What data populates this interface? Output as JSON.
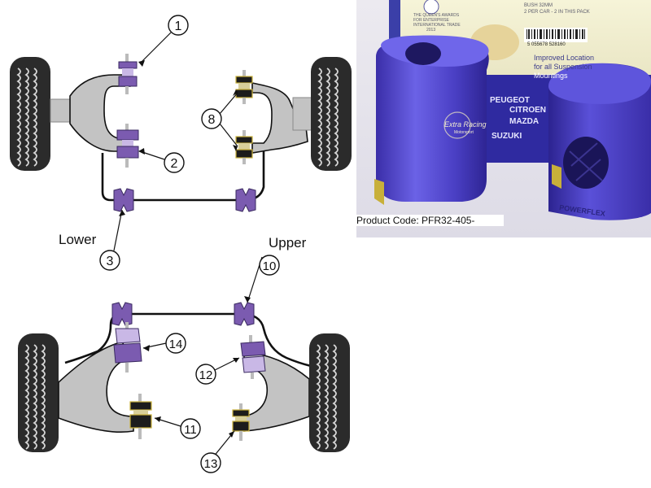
{
  "diagram": {
    "labels": {
      "lower": "Lower",
      "upper": "Upper"
    },
    "callouts": [
      "1",
      "2",
      "3",
      "8",
      "10",
      "14",
      "12",
      "11",
      "13"
    ],
    "colors": {
      "bush_purple": "#7b5bb0",
      "bush_light": "#c9b8e6",
      "bush_black": "#1c1c1c",
      "bush_yellow": "#c9b13b",
      "arm_gray": "#c3c3c3",
      "tyre": "#2e2e2e"
    }
  },
  "photo": {
    "product_code": "Product Code: PFR32-405-",
    "package": {
      "size_line": "BUSH 32MM",
      "qty_line": "2 PER CAR - 2 IN THIS PACK",
      "award_line_1": "THE QUEEN'S AWARDS",
      "award_line_2": "FOR ENTERPRISE",
      "award_line_3": "INTERNATIONAL TRADE",
      "award_year": "2013",
      "barcode": "5 055678 528160",
      "benefit_1": "Improved Location",
      "benefit_2": "for all Suspension",
      "benefit_3": "Mountings",
      "brands": [
        "PEUGEOT",
        "CITROEN",
        "MAZDA",
        "SUZUKI"
      ]
    },
    "watermark_1": "Extra Racing",
    "watermark_2": "Motorsport",
    "brand_mold": "POWERFLEX"
  }
}
